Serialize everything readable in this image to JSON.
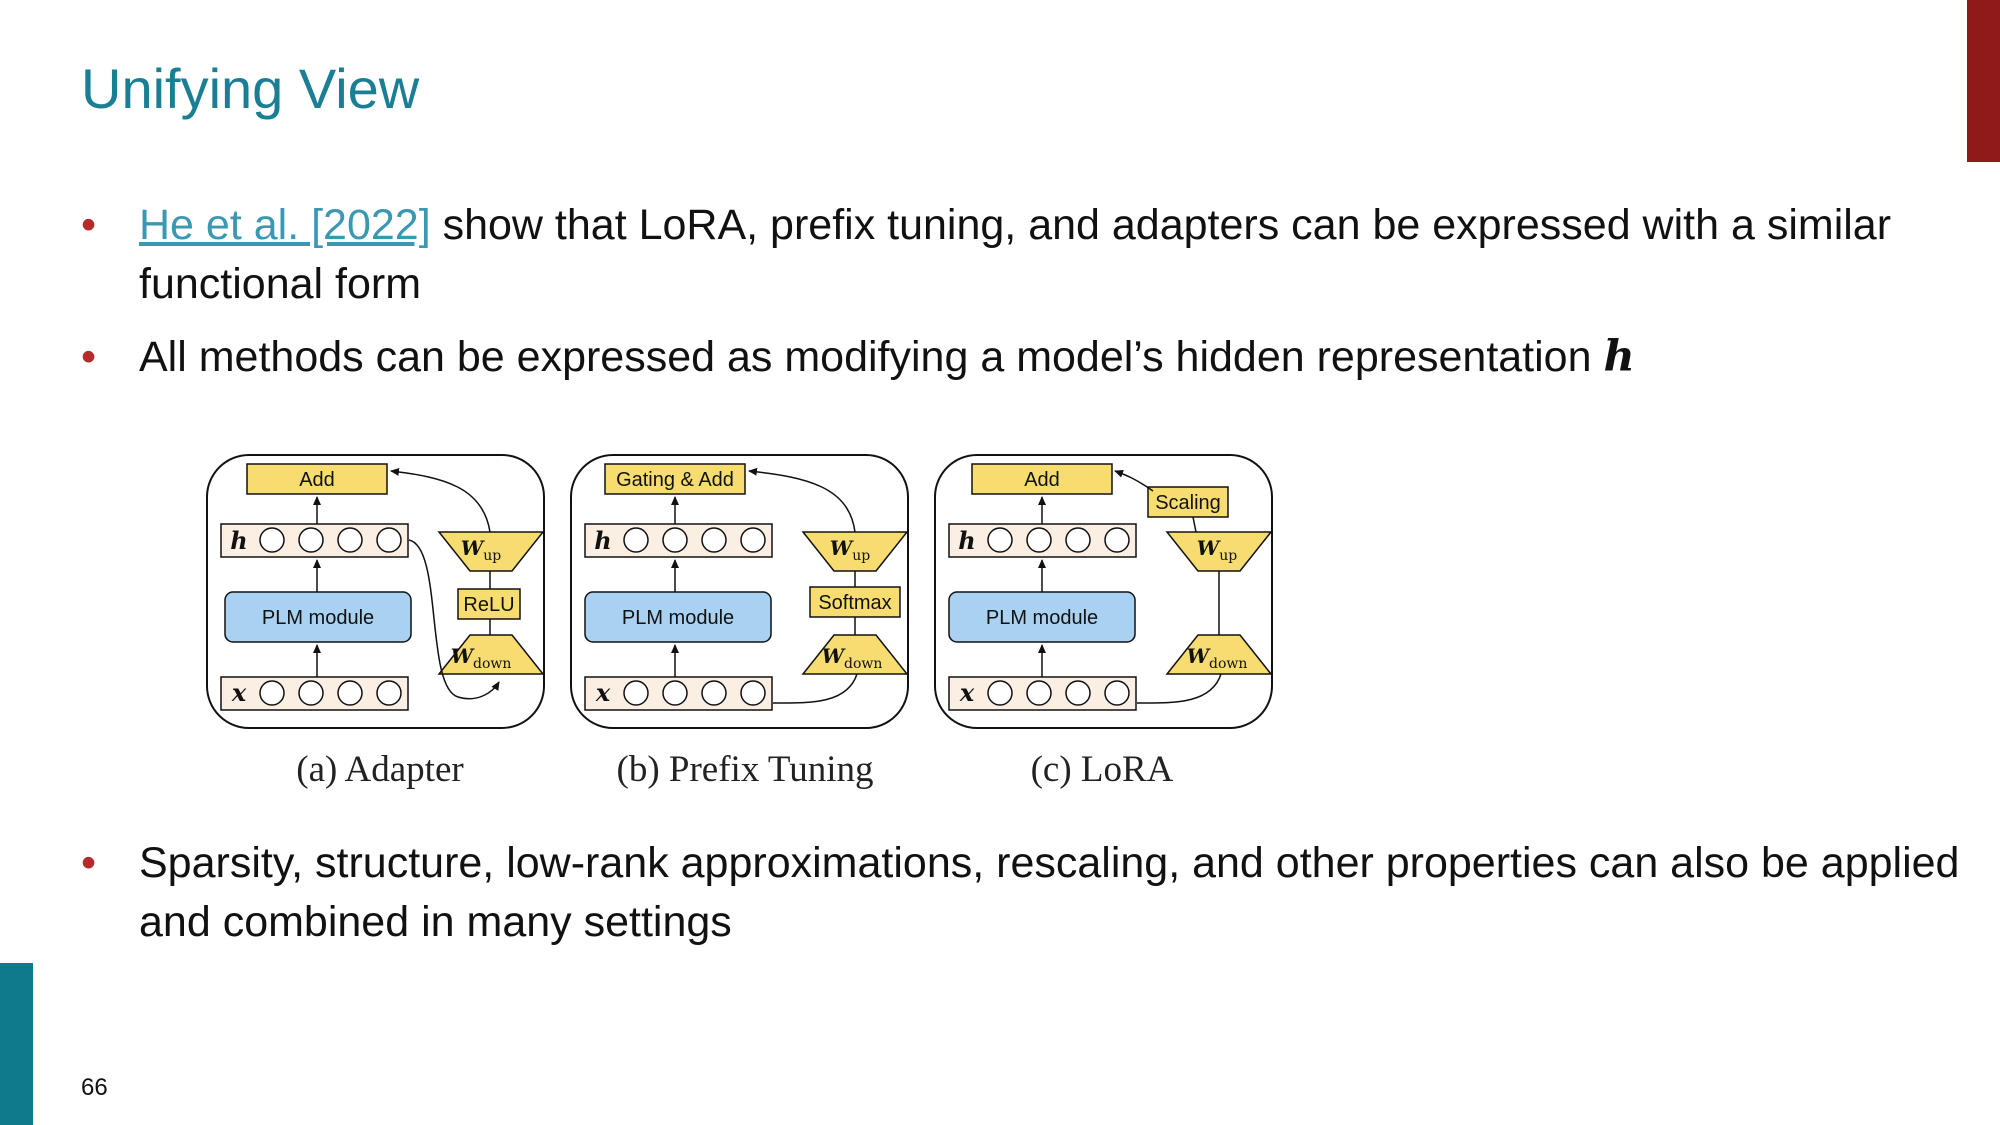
{
  "title": "Unifying View",
  "bullets": {
    "b1_link": "He et al. [2022]",
    "b1_text": " show that LoRA, prefix tuning, and adapters can be expressed with a similar functional form",
    "b2_text": "All methods can be expressed as modifying a model’s hidden representation ",
    "b2_math": "h",
    "b3_text": "Sparsity, structure, low-rank approximations, rescaling, and other properties can also be applied and combined in many settings",
    "bullet_symbol": "•"
  },
  "figure": {
    "panels": [
      {
        "caption": "(a) Adapter",
        "top_box": "Add",
        "mid_label": "ReLU",
        "module": "PLM module",
        "h_label": "h",
        "x_label": "x",
        "w_up": "W",
        "w_up_sub": "up",
        "w_down": "W",
        "w_down_sub": "down"
      },
      {
        "caption": "(b) Prefix Tuning",
        "top_box": "Gating & Add",
        "mid_label": "Softmax",
        "module": "PLM module",
        "h_label": "h",
        "x_label": "x",
        "w_up": "W",
        "w_up_sub": "up",
        "w_down": "W",
        "w_down_sub": "down"
      },
      {
        "caption": "(c) LoRA",
        "top_box": "Add",
        "scaling_label": "Scaling",
        "module": "PLM module",
        "h_label": "h",
        "x_label": "x",
        "w_up": "W",
        "w_up_sub": "up",
        "w_down": "W",
        "w_down_sub": "down"
      }
    ]
  },
  "page_number": "66",
  "colors": {
    "title": "#1a7f94",
    "bullet_dot": "#b52a2a",
    "link": "#3a98b3",
    "accent_right": "#8e1a1a",
    "accent_left": "#0e7a8c",
    "yellow_box": "#f7dd70",
    "blue_module": "#a9d2f2",
    "vector_fill": "#fbeee2"
  }
}
